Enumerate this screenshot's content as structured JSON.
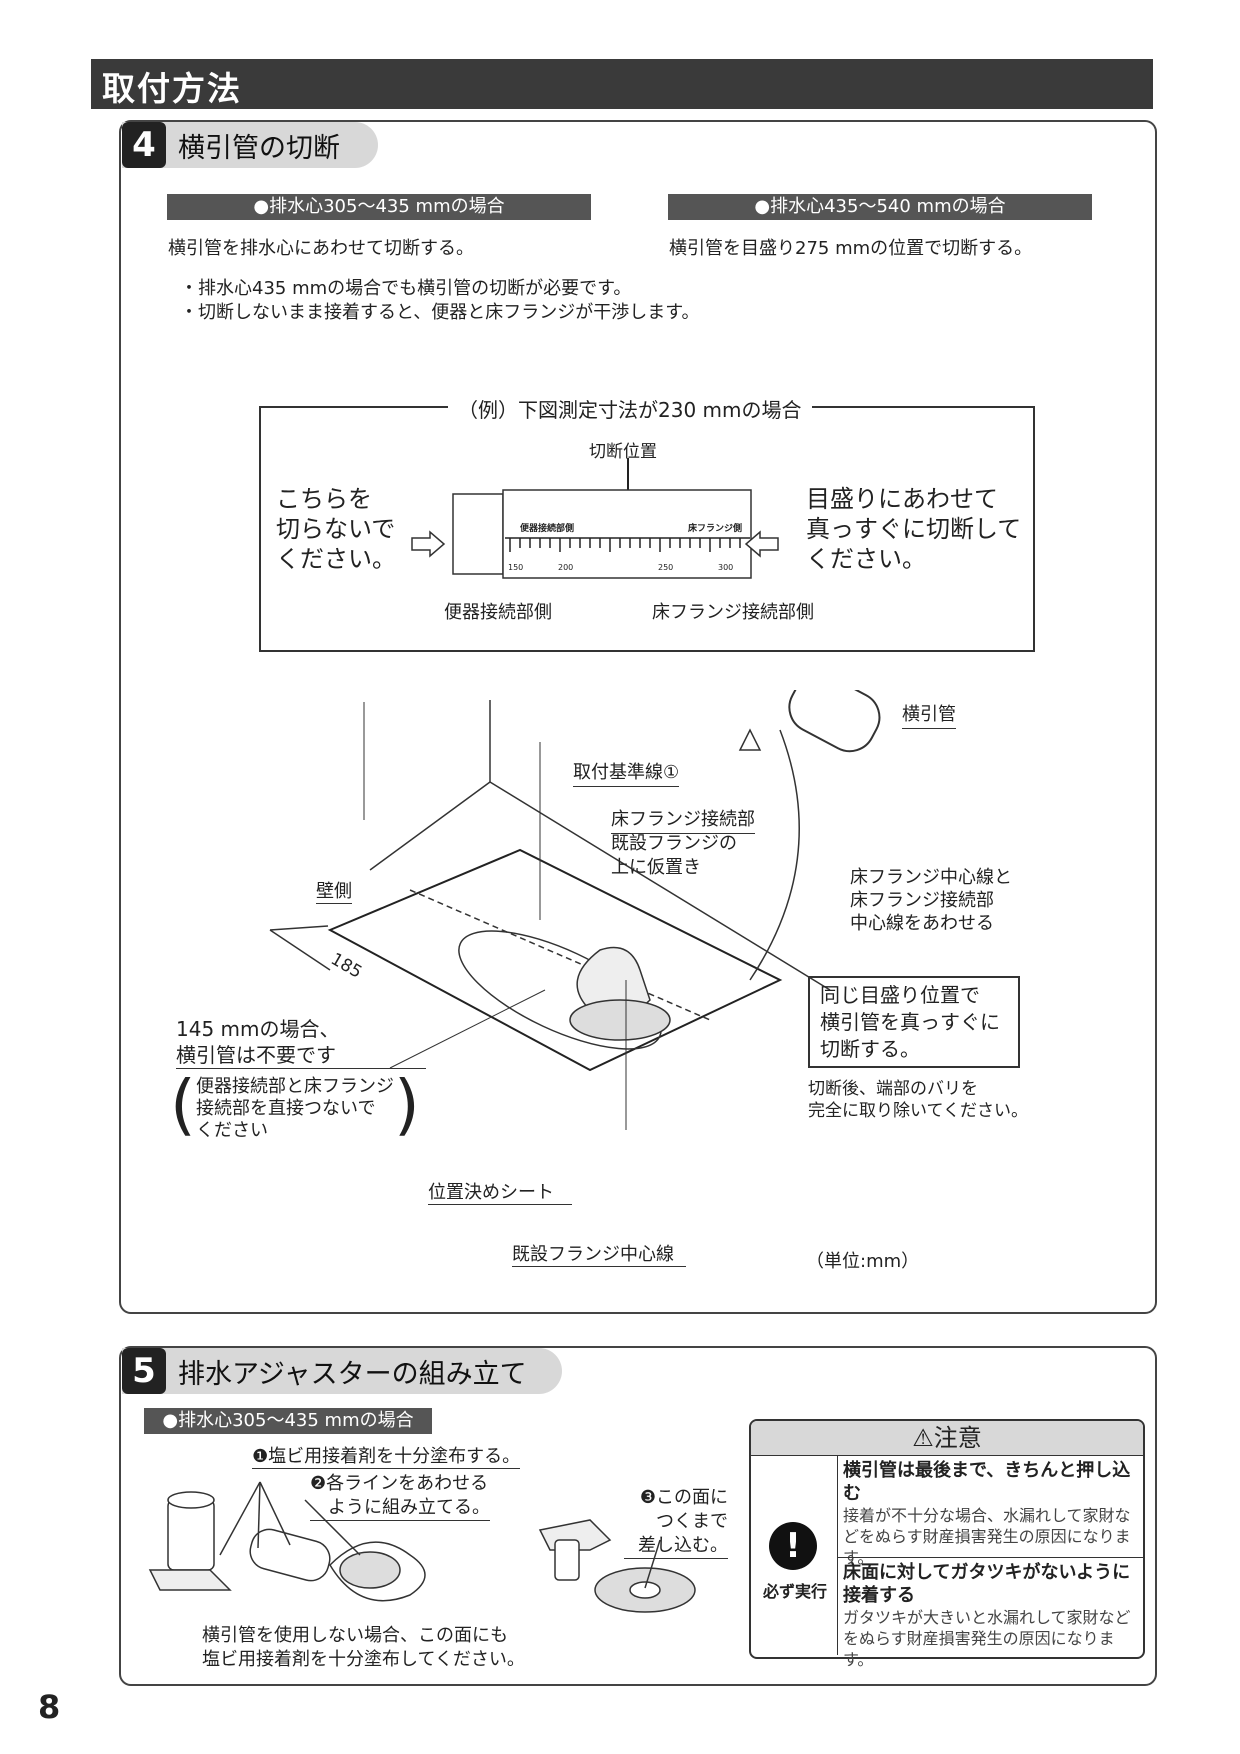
{
  "header": {
    "title": "取付方法"
  },
  "step4": {
    "number": "4",
    "title": "横引管の切断",
    "left_sub": "●排水心305～435 mmの場合",
    "left_text": "横引管を排水心にあわせて切断する。",
    "right_sub": "●排水心435～540 mmの場合",
    "right_text": "横引管を目盛り275 mmの位置で切断する。",
    "notes": [
      "・排水心435 mmの場合でも横引管の切断が必要です。",
      "・切断しないまま接着すると、便器と床フランジが干渉します。"
    ],
    "example": {
      "title": "（例）下図測定寸法が230 mmの場合",
      "cut_position": "切断位置",
      "left_lines": [
        "こちらを",
        "切らないで",
        "ください。"
      ],
      "right_lines": [
        "目盛りにあわせて",
        "真っすぐに切断して",
        "ください。"
      ],
      "ruler_left_label": "便器接続部側",
      "ruler_right_label": "床フランジ側",
      "ruler_ticks": [
        "150",
        "200",
        "250",
        "300"
      ],
      "bottom_left": "便器接続部側",
      "bottom_right": "床フランジ接続部側"
    },
    "diagram": {
      "pipe_label": "横引管",
      "base_line": "取付基準線①",
      "flange_conn": "床フランジ接続部",
      "flange_note": [
        "既設フランジの",
        "上に仮置き"
      ],
      "wall_side": "壁側",
      "dim_185": "185",
      "center_lines": [
        "床フランジ中心線と",
        "床フランジ接続部",
        "中心線をあわせる"
      ],
      "cut_box": [
        "同じ目盛り位置で",
        "横引管を真っすぐに",
        "切断する。"
      ],
      "burr_note": [
        "切断後、端部のバリを",
        "完全に取り除いてください。"
      ],
      "case145": [
        "145 mmの場合、",
        "横引管は不要です"
      ],
      "paren_note": [
        "便器接続部と床フランジ",
        "接続部を直接つないで",
        "ください"
      ],
      "sheet_label": "位置決めシート",
      "center_label": "既設フランジ中心線",
      "unit": "（単位:mm）"
    }
  },
  "step5": {
    "number": "5",
    "title": "排水アジャスターの組み立て",
    "sub": "●排水心305～435 mmの場合",
    "label1": "❶塩ビ用接着剤を十分塗布する。",
    "label2": [
      "❷各ラインをあわせる",
      "ように組み立てる。"
    ],
    "label3": [
      "❸この面に",
      "つくまで",
      "差し込む。"
    ],
    "bottom_note": [
      "横引管を使用しない場合、この面にも",
      "塩ビ用接着剤を十分塗布してください。"
    ],
    "caution": {
      "title": "注意",
      "must_do": "必ず実行",
      "item1_title": "横引管は最後まで、きちんと押し込む",
      "item1_text": [
        "接着が不十分な場合、水漏れして家財な",
        "どをぬらす財産損害発生の原因になりま",
        "す。"
      ],
      "item2_title": [
        "床面に対してガタツキがないように",
        "接着する"
      ],
      "item2_text": [
        "ガタツキが大きいと水漏れして家財など",
        "をぬらす財産損害発生の原因になります。"
      ]
    }
  },
  "footer": {
    "page_number": "8"
  }
}
